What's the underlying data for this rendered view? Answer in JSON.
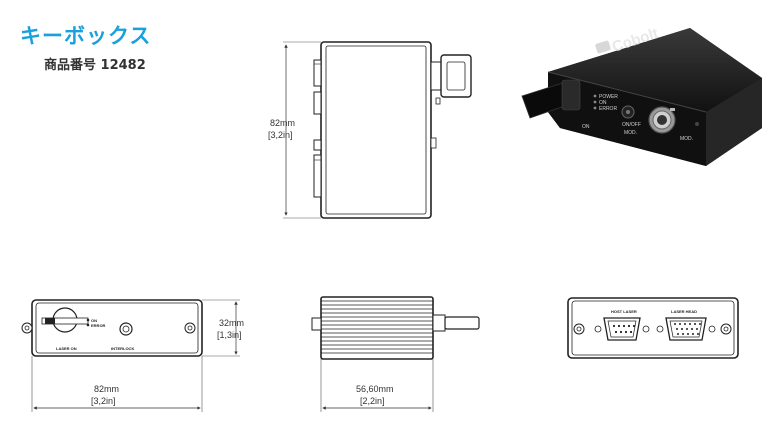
{
  "header": {
    "title": "キーボックス",
    "product_code": "商品番号 12482"
  },
  "dimensions": {
    "side_height_mm": "82mm",
    "side_height_in": "[3,2in]",
    "front_height_mm": "32mm",
    "front_height_in": "[1,3in]",
    "front_width_mm": "82mm",
    "front_width_in": "[3,2in]",
    "depth_mm": "56,60mm",
    "depth_in": "[2,2in]"
  },
  "labels": {
    "laser_on": "LASER ON",
    "interlock": "INTERLOCK",
    "on": "ON",
    "error": "ERROR",
    "host_laser": "HOST LASER",
    "laser_head": "LASER HEAD",
    "brand": "Cobolt",
    "power": "POWER",
    "on_led": "ON",
    "error_led": "ERROR",
    "on_off": "ON/OFF",
    "mod": "MOD.",
    "mod2": "MOD.",
    "sw_on": "ON"
  },
  "colors": {
    "accent": "#1aa0dc",
    "line": "#222222",
    "body": "#151515"
  }
}
